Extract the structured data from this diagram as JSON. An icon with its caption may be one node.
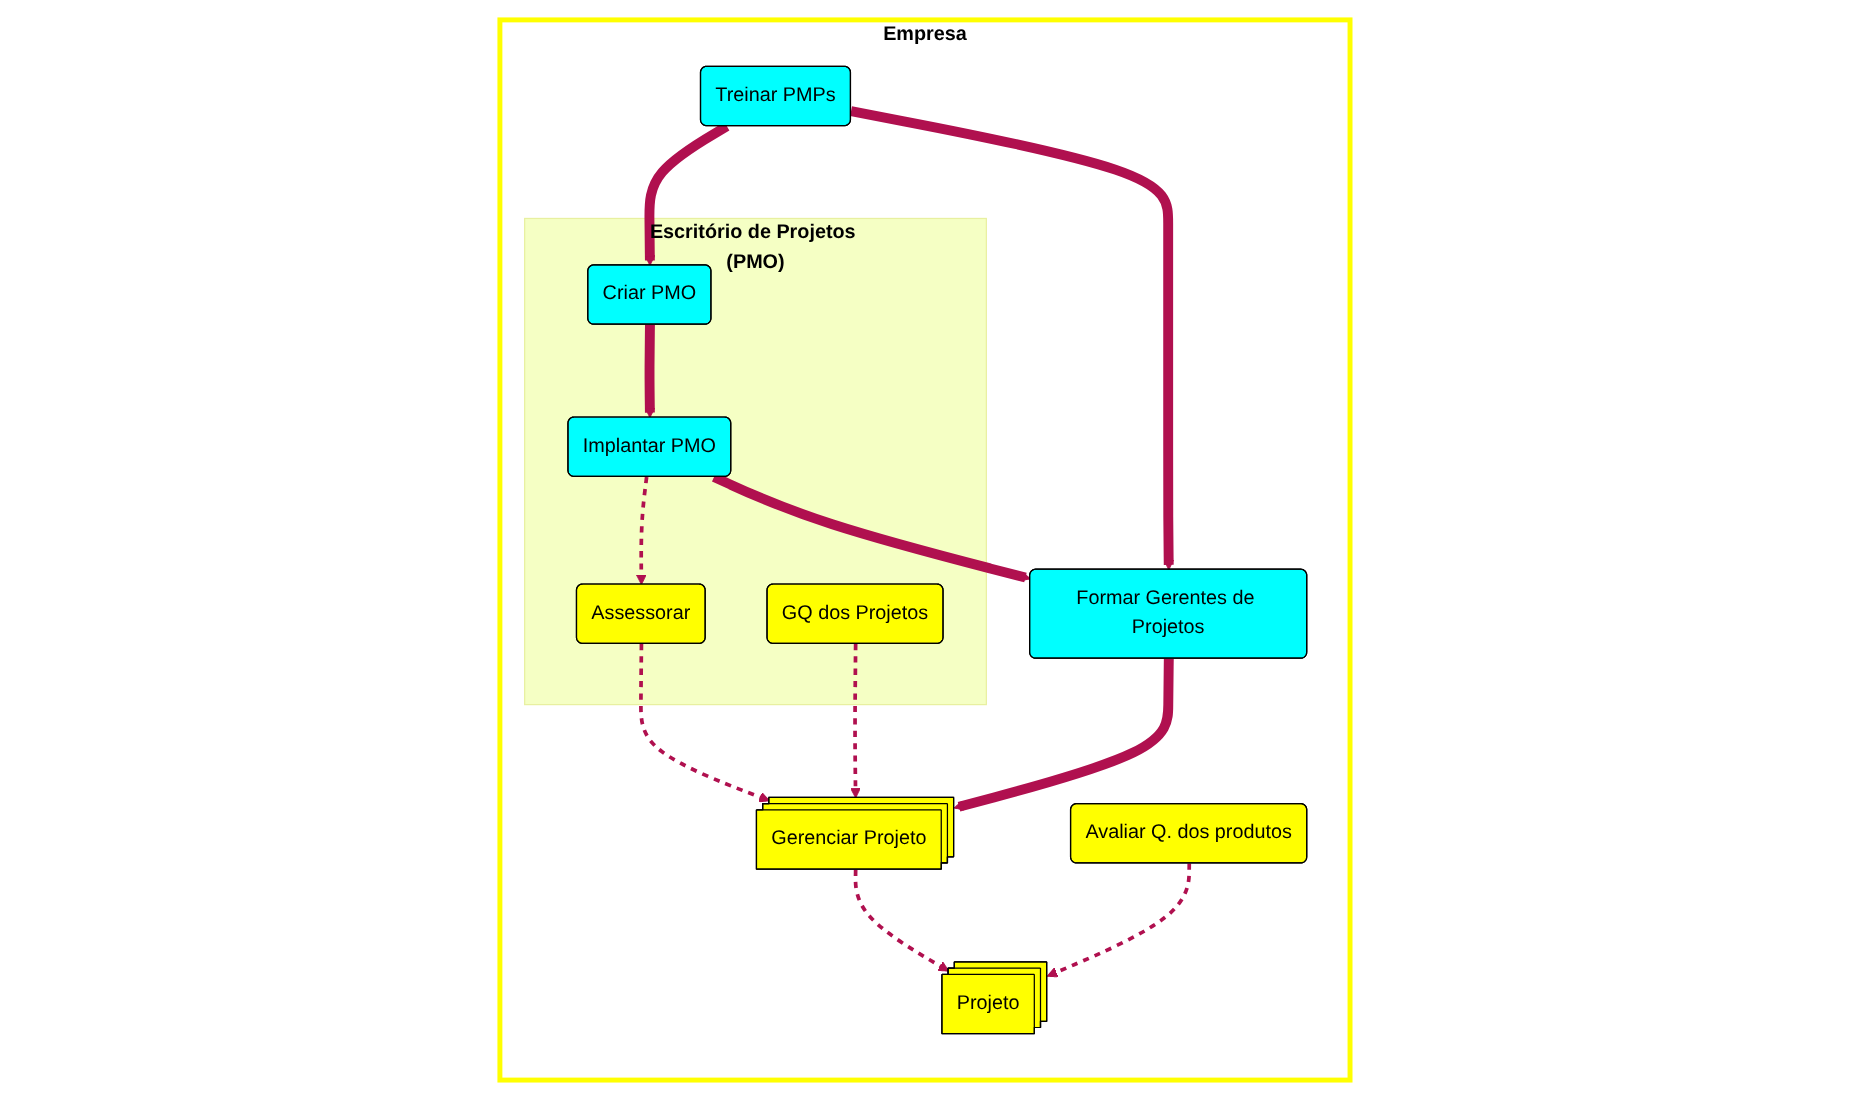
{
  "diagram": {
    "nodes": [
      {
        "text": [
          "Empresa"
        ]
      },
      {
        "text": [
          "Escritório de Projetos (PMO)"
        ],
        "in": 0
      },
      {
        "text": [
          "Treinar PMPs"
        ],
        "in": 0
      },
      {
        "text": [
          "Criar PMO"
        ],
        "in": 1
      },
      {
        "text": [
          "Implantar PMO"
        ],
        "in": 1
      },
      {
        "text": [
          "Assessorar"
        ],
        "in": 1
      },
      {
        "text": [
          "GQ dos Projetos"
        ],
        "in": 1
      },
      {
        "text": [
          "Formar Gerentes de Projetos"
        ],
        "in": 0
      },
      {
        "text": [
          "Gerenciar Projeto"
        ],
        "in": 0
      },
      {
        "text": [
          "Avaliar Q. dos produtos"
        ],
        "in": 0
      },
      {
        "text": [
          "Projeto"
        ],
        "in": 0
      }
    ],
    "edges": [
      {
        "from": 2,
        "to": 3,
        "arrow": "to",
        "style": "thick"
      },
      {
        "from": 2,
        "to": 7,
        "arrow": "to",
        "style": "thick"
      },
      {
        "from": 3,
        "to": 4,
        "arrow": "to",
        "style": "thick"
      },
      {
        "from": 4,
        "to": 7,
        "arrow": "to",
        "style": "thick"
      },
      {
        "from": 4,
        "to": 5,
        "arrow": "to",
        "style": "dashed"
      },
      {
        "from": 5,
        "to": 8,
        "arrow": "to",
        "style": "dashed"
      },
      {
        "from": 6,
        "to": 8,
        "arrow": "to",
        "style": "dashed"
      },
      {
        "from": 7,
        "to": 8,
        "arrow": "to",
        "style": "thick"
      },
      {
        "from": 8,
        "to": 10,
        "arrow": "to",
        "style": "dashed"
      },
      {
        "from": 9,
        "to": 10,
        "arrow": "to",
        "style": "dashed"
      }
    ]
  }
}
